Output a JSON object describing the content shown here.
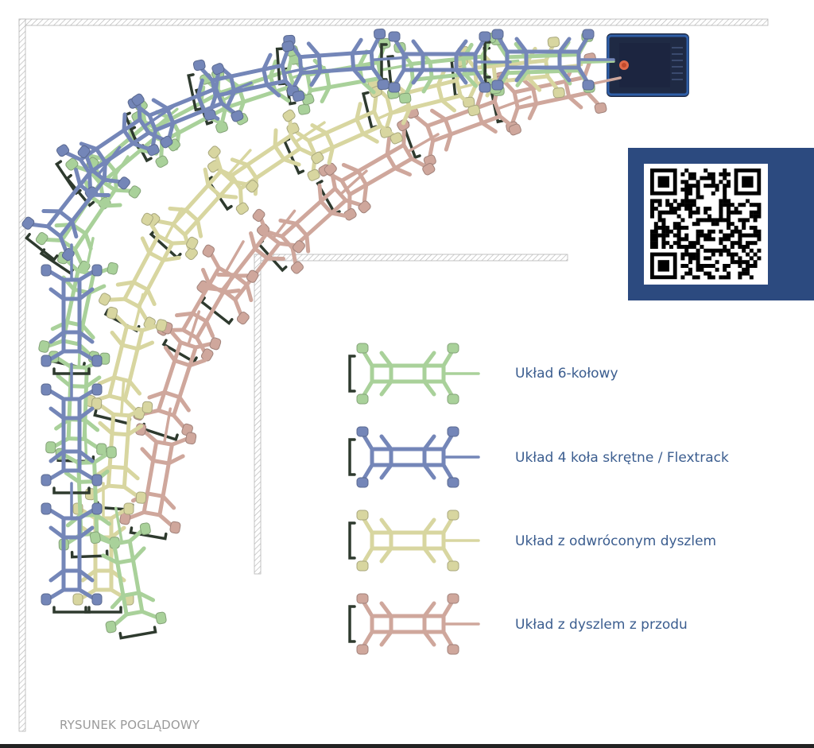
{
  "legend": [
    {
      "label": "Układ 6-kołowy",
      "color": "#a9d19a",
      "variant": "six-wheel"
    },
    {
      "label": "Układ 4 koła skrętne / Flextrack",
      "color": "#7486b8",
      "variant": "four-wheel-steer"
    },
    {
      "label": "Układ z odwróconym dyszlem",
      "color": "#d8d6a0",
      "variant": "reversed-drawbar"
    },
    {
      "label": "Układ z dyszlem z przodu",
      "color": "#cfa79c",
      "variant": "front-drawbar"
    }
  ],
  "footnote": "RYSUNEK POGLĄDOWY",
  "colors": {
    "wall_hatch": "#b5b5b5",
    "wheel_dark": "#2e3a2e",
    "tractor_body": "#1f2a44",
    "tractor_frame": "#2f5ea6",
    "qr_panel": "#2c4a7f"
  },
  "icons": {
    "tractor": "tug-vehicle-icon",
    "qr": "qr-code-icon"
  }
}
